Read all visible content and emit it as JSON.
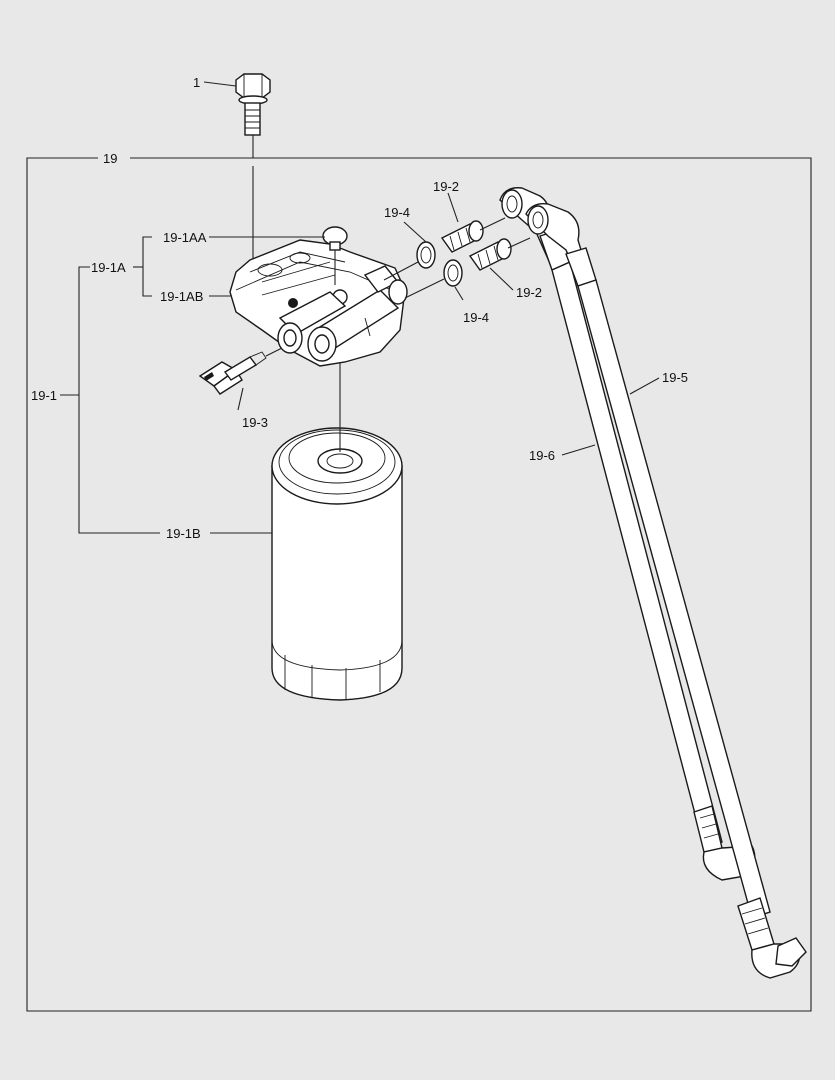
{
  "labels": {
    "bolt": "1",
    "assembly": "19",
    "filter_head_assy": "19-1",
    "head_subassy": "19-1A",
    "head_part_aa": "19-1AA",
    "head_part_ab": "19-1AB",
    "filter_cartridge": "19-1B",
    "fitting_upper": "19-2",
    "fitting_lower": "19-2",
    "sensor": "19-3",
    "seal_upper": "19-4",
    "seal_lower": "19-4",
    "hose_a": "19-5",
    "hose_b": "19-6"
  },
  "colors": {
    "background": "#e8e8e8",
    "line": "#1a1a1a",
    "part_fill": "#ffffff"
  }
}
